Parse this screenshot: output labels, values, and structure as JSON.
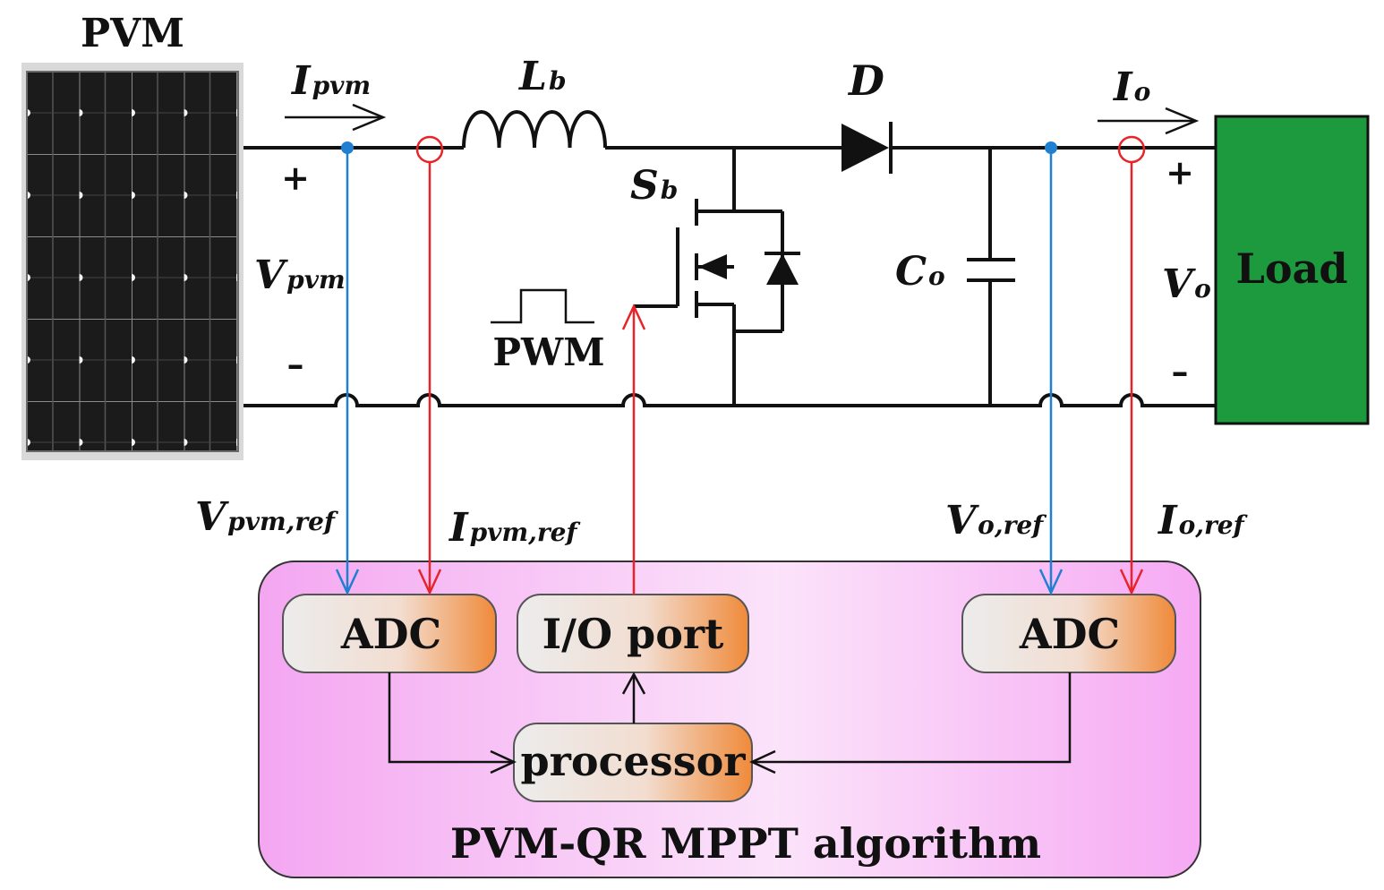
{
  "labels": {
    "pvm": "PVM",
    "i_pvm": {
      "main": "I",
      "sub": "pvm"
    },
    "v_pvm": {
      "main": "V",
      "sub": "pvm"
    },
    "l_b": {
      "main": "L",
      "sub": "b"
    },
    "d": "D",
    "s_b": {
      "main": "S",
      "sub": "b"
    },
    "c_o": {
      "main": "C",
      "sub": "o"
    },
    "i_o": {
      "main": "I",
      "sub": "o"
    },
    "v_o": {
      "main": "V",
      "sub": "o"
    },
    "load": "Load",
    "pwm": "PWM",
    "plus_left": "+",
    "minus_left": "–",
    "plus_right": "+",
    "minus_right": "–",
    "v_pvm_ref": {
      "main": "V",
      "sub": "pvm,ref"
    },
    "i_pvm_ref": {
      "main": "I",
      "sub": "pvm,ref"
    },
    "v_o_ref": {
      "main": "V",
      "sub": "o,ref"
    },
    "i_o_ref": {
      "main": "I",
      "sub": "o,ref"
    },
    "adc_left": "ADC",
    "io_port": "I/O port",
    "adc_right": "ADC",
    "processor": "processor",
    "algorithm": "PVM-QR MPPT algorithm"
  },
  "colors": {
    "voltage_sense": "#1f7fd1",
    "current_sense": "#e8232a",
    "load_fill": "#1e9a3e",
    "controller_fill": "#f7b3f4",
    "block_accent": "#f08a3a"
  }
}
